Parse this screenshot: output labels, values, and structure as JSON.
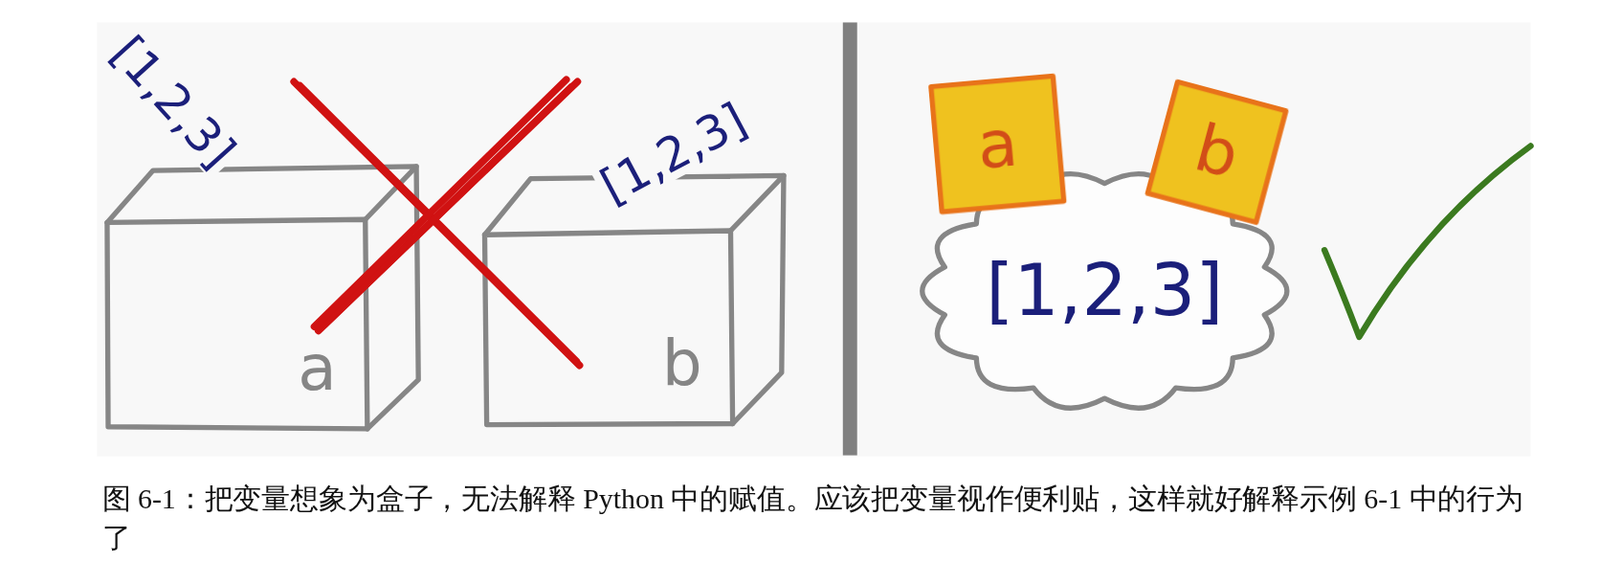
{
  "diagram": {
    "caption": "图 6-1：把变量想象为盒子，无法解释 Python 中的赋值。应该把变量视作便利贴，这样就好解释示例 6-1 中的行为了",
    "nodes": [
      {
        "text": [
          "a"
        ]
      },
      {
        "text": [
          "b"
        ]
      },
      {
        "text": [
          "a"
        ]
      },
      {
        "text": [
          "b"
        ]
      },
      {
        "text": [
          "[1,2,3]"
        ]
      }
    ],
    "labels": [
      "[1,2,3]",
      "[1,2,3]"
    ]
  }
}
